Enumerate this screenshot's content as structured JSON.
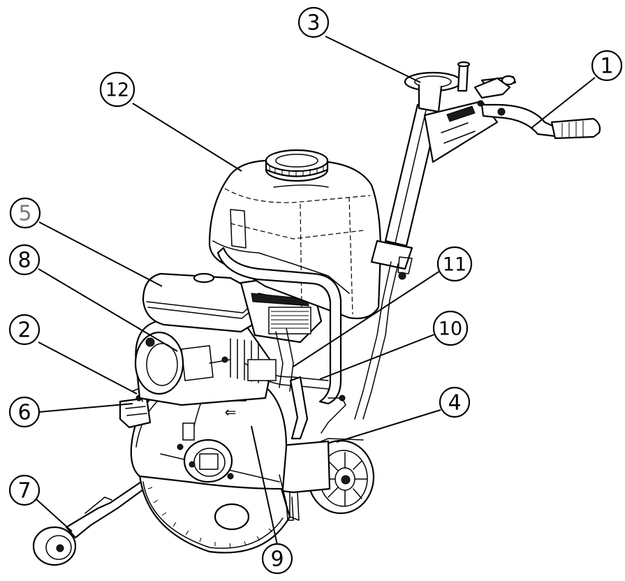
{
  "callouts": [
    {
      "id": "1",
      "label": "1"
    },
    {
      "id": "2",
      "label": "2"
    },
    {
      "id": "3",
      "label": "3"
    },
    {
      "id": "4",
      "label": "4"
    },
    {
      "id": "5",
      "label": "5"
    },
    {
      "id": "6",
      "label": "6"
    },
    {
      "id": "7",
      "label": "7"
    },
    {
      "id": "8",
      "label": "8"
    },
    {
      "id": "9",
      "label": "9"
    },
    {
      "id": "10",
      "label": "10"
    },
    {
      "id": "11",
      "label": "11"
    },
    {
      "id": "12",
      "label": "12"
    }
  ],
  "colors": {
    "line": "#000000",
    "background": "#ffffff",
    "callout_5": "#7a7a7a"
  },
  "warning_symbols": {
    "left": "⚠",
    "right": "⚠",
    "arrow": "⇐"
  }
}
